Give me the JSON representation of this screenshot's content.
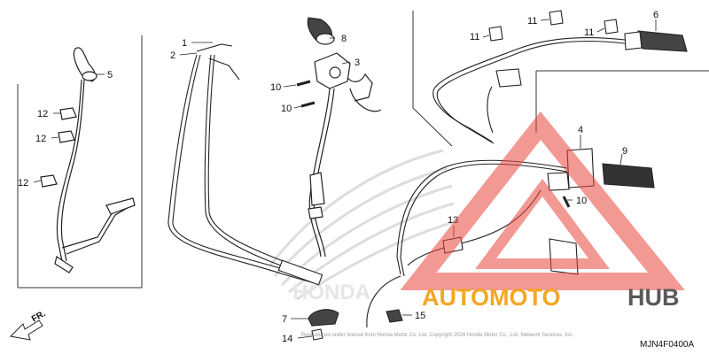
{
  "diagram": {
    "diagram_code": "MJN4F0400A",
    "direction_label": "FR.",
    "copyright_text": "Reproduced under license from Honda Motor Co. Ltd. Copyright 2024 Honda Motor Co., Ltd. Network Services, Inc."
  },
  "watermark": {
    "word_orange": "AUTOMOTO",
    "word_gray": "HUB",
    "colors": {
      "orange": "#f5a623",
      "gray": "#5a5a5a",
      "red": "#e8463c"
    }
  },
  "callouts": [
    {
      "id": "c1",
      "label": "1"
    },
    {
      "id": "c2",
      "label": "2"
    },
    {
      "id": "c3",
      "label": "3"
    },
    {
      "id": "c4",
      "label": "4"
    },
    {
      "id": "c5",
      "label": "5"
    },
    {
      "id": "c6",
      "label": "6"
    },
    {
      "id": "c7",
      "label": "7"
    },
    {
      "id": "c8",
      "label": "8"
    },
    {
      "id": "c9",
      "label": "9"
    },
    {
      "id": "c10a",
      "label": "10"
    },
    {
      "id": "c10b",
      "label": "10"
    },
    {
      "id": "c10c",
      "label": "10"
    },
    {
      "id": "c11a",
      "label": "11"
    },
    {
      "id": "c11b",
      "label": "11"
    },
    {
      "id": "c11c",
      "label": "11"
    },
    {
      "id": "c12a",
      "label": "12"
    },
    {
      "id": "c12b",
      "label": "12"
    },
    {
      "id": "c12c",
      "label": "12"
    },
    {
      "id": "c13",
      "label": "13"
    },
    {
      "id": "c14",
      "label": "14"
    },
    {
      "id": "c15",
      "label": "15"
    }
  ]
}
